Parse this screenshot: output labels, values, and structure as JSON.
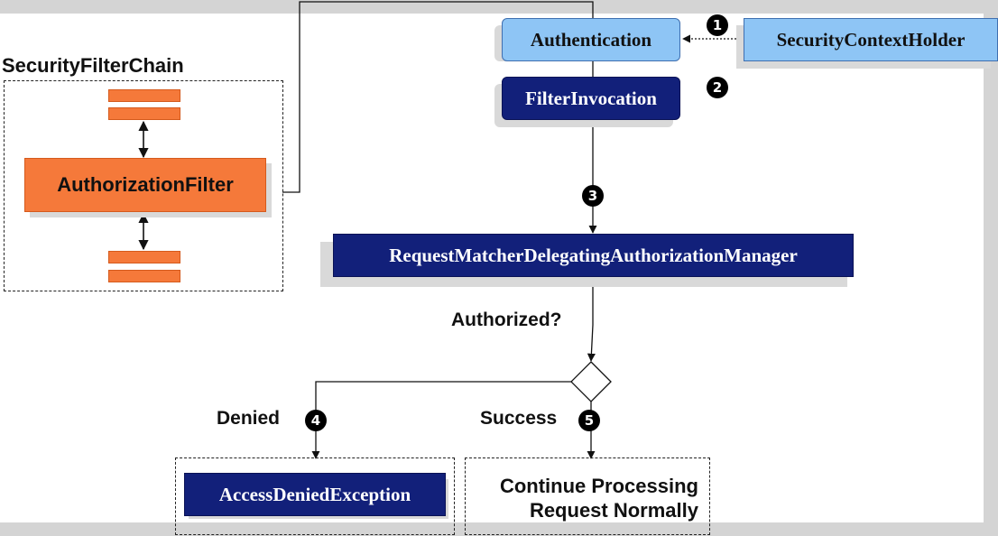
{
  "chain": {
    "title": "SecurityFilterChain",
    "filter_label": "AuthorizationFilter"
  },
  "nodes": {
    "authentication": "Authentication",
    "security_context_holder": "SecurityContextHolder",
    "filter_invocation": "FilterInvocation",
    "manager": "RequestMatcherDelegatingAuthorizationManager",
    "access_denied": "AccessDeniedException",
    "continue_line1": "Continue Processing",
    "continue_line2": "Request Normally"
  },
  "decision": {
    "question": "Authorized?",
    "denied": "Denied",
    "success": "Success"
  },
  "steps": [
    "1",
    "2",
    "3",
    "4",
    "5"
  ],
  "colors": {
    "light_blue": "#8ec5f5",
    "navy": "#12207a",
    "orange": "#f5793a"
  }
}
